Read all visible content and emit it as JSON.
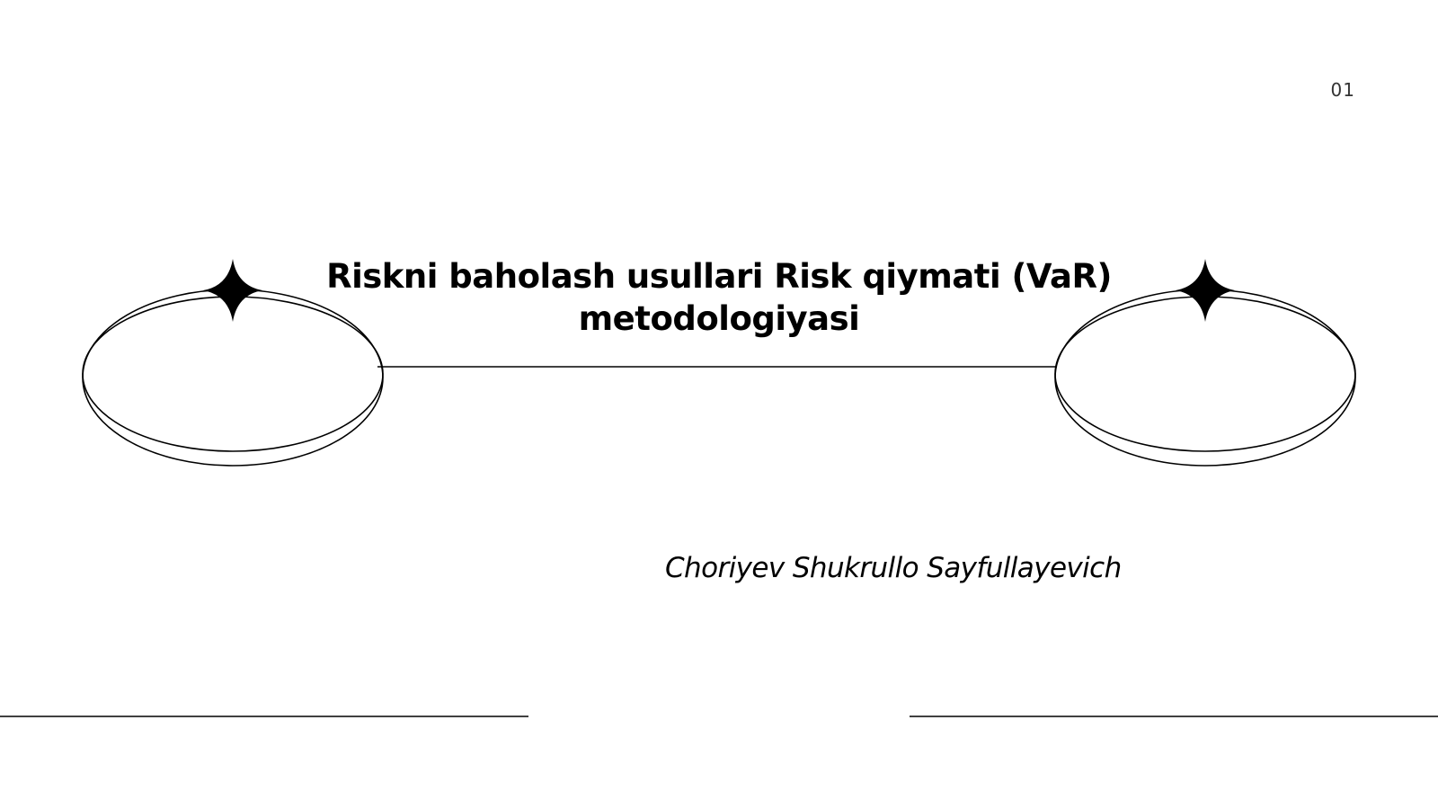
{
  "slide": {
    "page_number": "01",
    "title_line1": "Riskni baholash usullari Risk qiymati (VaR)",
    "title_line2": "metodologiyasi",
    "author": "Choriyev Shukrullo Sayfullayevich"
  },
  "decor": {
    "left_icon": "sparkle-ring-icon",
    "right_icon": "sparkle-ring-icon"
  },
  "colors": {
    "background": "#ffffff",
    "ink": "#000000"
  }
}
